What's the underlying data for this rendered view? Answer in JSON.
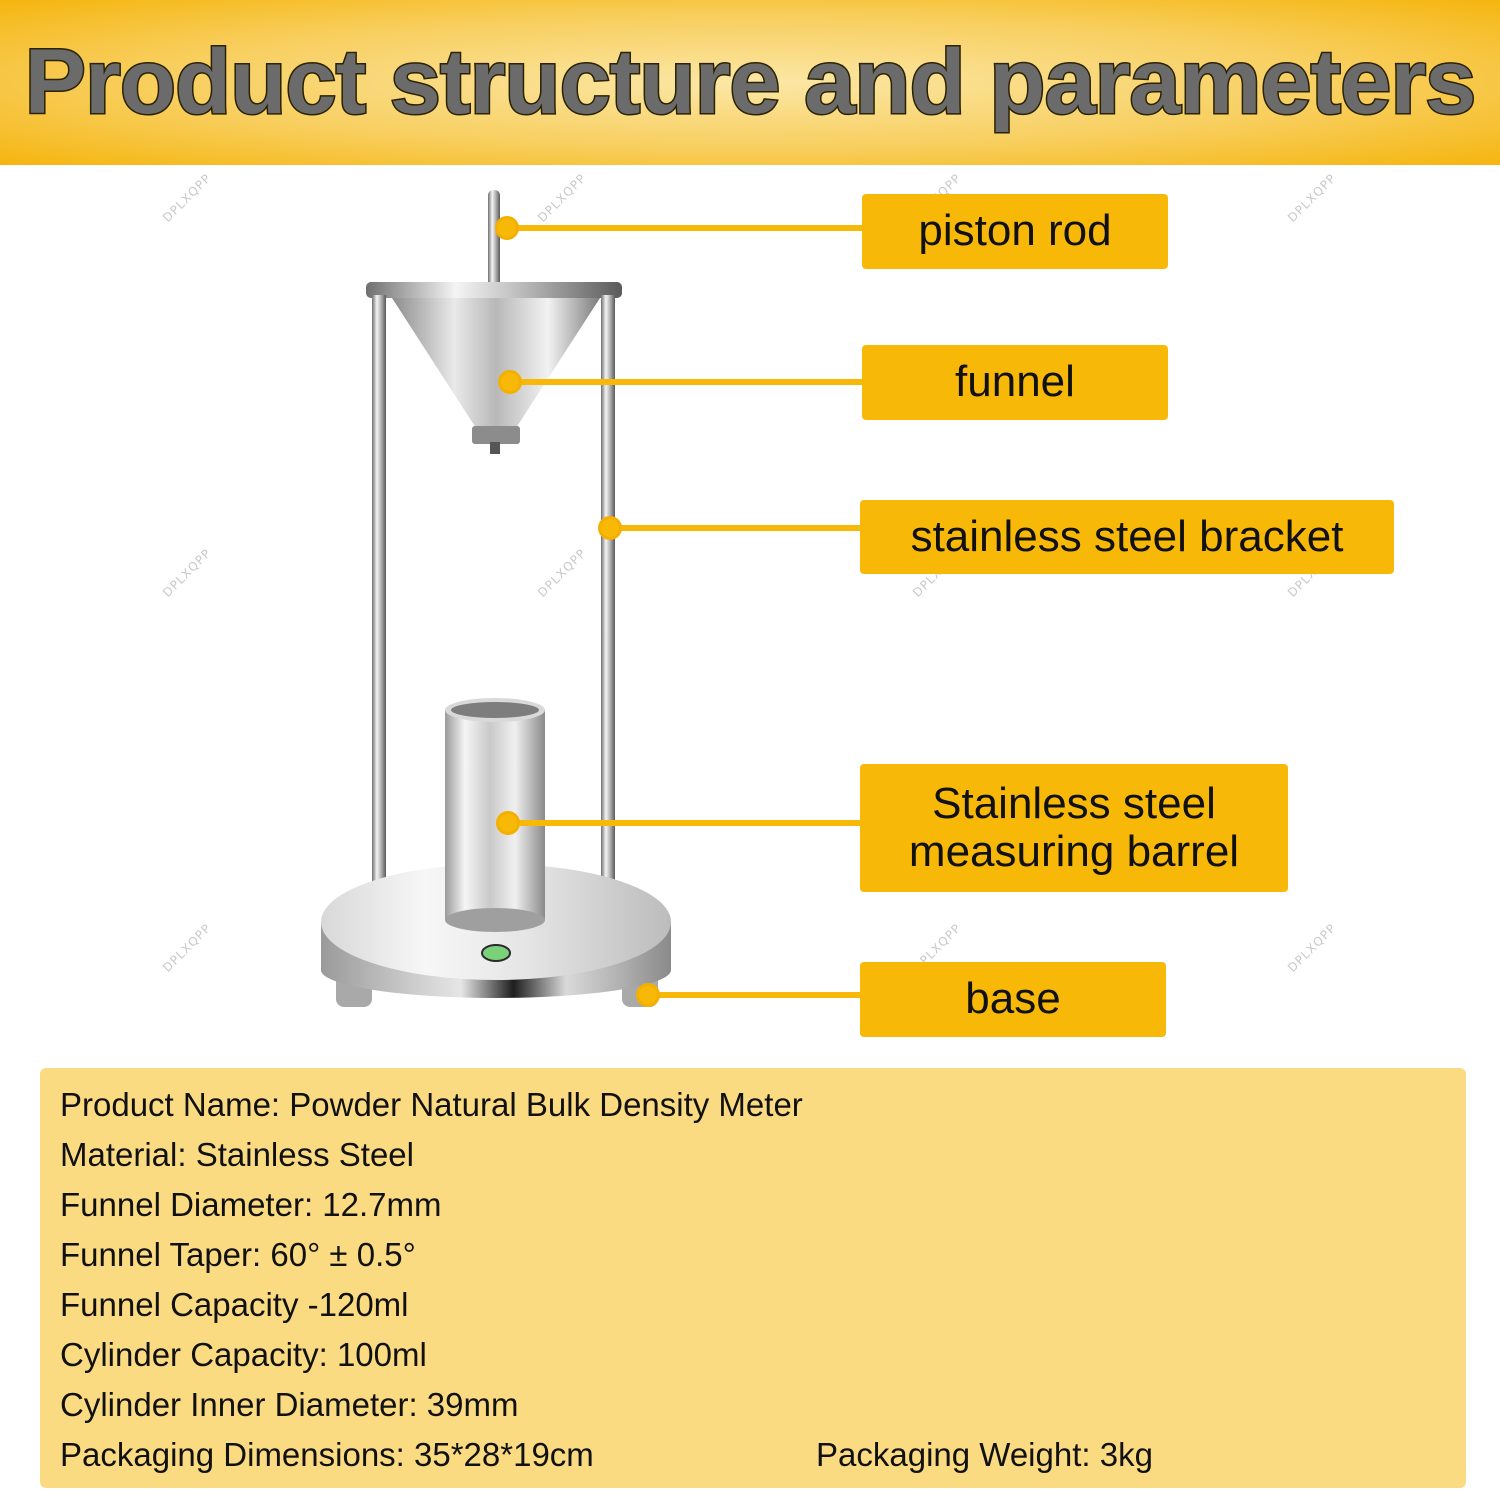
{
  "banner": {
    "title": "Product structure and parameters"
  },
  "watermark": {
    "text": "DPLXQPP"
  },
  "labels": {
    "piston_rod": "piston rod",
    "funnel": "funnel",
    "bracket": "stainless steel bracket",
    "barrel_line1": "Stainless steel",
    "barrel_line2": "measuring barrel",
    "base": "base"
  },
  "specs": {
    "product_name": "Product Name: Powder Natural Bulk Density Meter",
    "material": "Material: Stainless Steel",
    "funnel_diameter": "Funnel Diameter: 12.7mm",
    "funnel_taper": "Funnel Taper: 60° ± 0.5°",
    "funnel_capacity": "Funnel Capacity -120ml",
    "cylinder_capacity": "Cylinder Capacity: 100ml",
    "cylinder_inner_diameter": "Cylinder Inner Diameter: 39mm",
    "packaging_dimensions": "Packaging Dimensions: 35*28*19cm",
    "packaging_weight": "Packaging Weight: 3kg"
  },
  "colors": {
    "accent": "#f7b808",
    "spec_panel": "#fbdb82"
  }
}
